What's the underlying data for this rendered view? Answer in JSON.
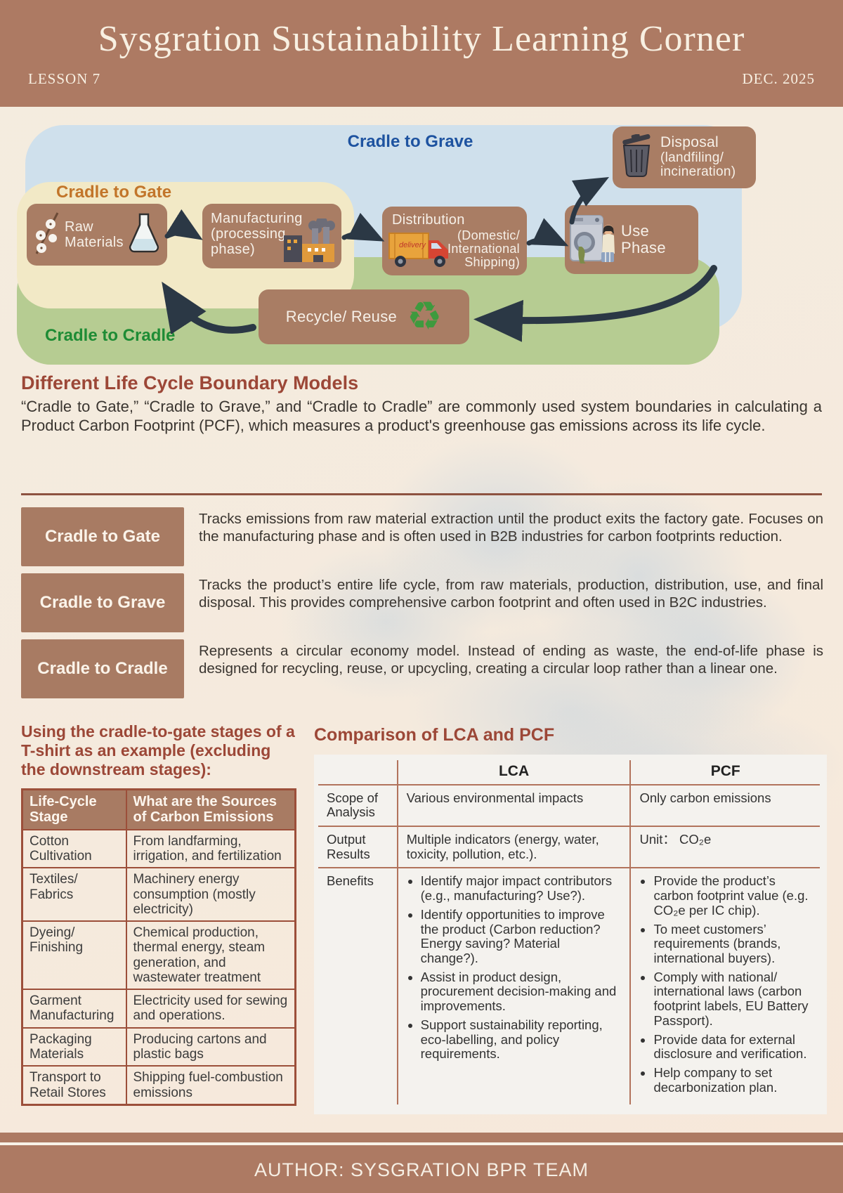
{
  "header": {
    "title": "Sysgration Sustainability Learning Corner",
    "lesson": "LESSON 7",
    "date": "DEC. 2025"
  },
  "diagram": {
    "zone_labels": {
      "grave": "Cradle to Grave",
      "gate": "Cradle to Gate",
      "cradle": "Cradle to Cradle"
    },
    "truck_text": "delivery",
    "nodes": {
      "raw": {
        "label": "Raw Materials"
      },
      "manufacturing": {
        "label": "Manufacturing",
        "sub": "(processing phase)"
      },
      "distribution": {
        "label": "Distribution",
        "sub": "(Domestic/ International Shipping)"
      },
      "use": {
        "label": "Use Phase"
      },
      "disposal": {
        "label": "Disposal",
        "sub": "(landfiling/ incineration)"
      },
      "recycle": {
        "label": "Recycle/ Reuse"
      }
    }
  },
  "boundary_section": {
    "heading": "Different Life Cycle Boundary Models",
    "intro": "“Cradle to Gate,” “Cradle to Grave,” and “Cradle to Cradle” are commonly used system boundaries in calculating a Product Carbon Footprint (PCF), which measures a product's greenhouse gas emissions across its life cycle.",
    "rows": [
      {
        "label": "Cradle to Gate",
        "text": "Tracks emissions from raw material extraction until the product exits the factory gate. Focuses on the manufacturing phase and is often used in B2B industries for carbon footprints reduction."
      },
      {
        "label": "Cradle to Grave",
        "text": "Tracks the product’s entire life cycle, from raw materials, production, distribution, use, and final disposal. This provides comprehensive carbon footprint and often used in B2C industries."
      },
      {
        "label": "Cradle to Cradle",
        "text": "Represents a circular economy model. Instead of ending as waste, the end-of-life phase is designed for recycling, reuse, or upcycling, creating a circular loop rather than a linear one."
      }
    ]
  },
  "tshirt_section": {
    "heading": "Using the cradle-to-gate stages of a T-shirt as an example (excluding the downstream stages):",
    "col_headers": [
      "Life-Cycle Stage",
      "What are the Sources of Carbon Emissions"
    ],
    "rows": [
      {
        "stage": "Cotton Cultivation",
        "source": "From landfarming, irrigation, and fertilization"
      },
      {
        "stage": "Textiles/ Fabrics",
        "source": "Machinery energy consumption (mostly electricity)"
      },
      {
        "stage": "Dyeing/ Finishing",
        "source": "Chemical production, thermal energy, steam generation, and wastewater treatment"
      },
      {
        "stage": "Garment Manufacturing",
        "source": "Electricity used for sewing and operations."
      },
      {
        "stage": "Packaging Materials",
        "source": "Producing cartons and plastic bags"
      },
      {
        "stage": "Transport to Retail Stores",
        "source": "Shipping fuel-combustion emissions"
      }
    ]
  },
  "comparison_section": {
    "heading": "Comparison of LCA and PCF",
    "col_headers": [
      "LCA",
      "PCF"
    ],
    "row_labels": [
      "Scope of Analysis",
      "Output Results",
      "Benefits"
    ],
    "scope": {
      "lca": "Various environmental impacts",
      "pcf": "Only carbon emissions"
    },
    "output": {
      "lca": "Multiple indicators (energy, water, toxicity, pollution, etc.).",
      "pcf": "Unit： CO₂e"
    },
    "benefits": {
      "lca": [
        "Identify major impact contributors (e.g., manufacturing? Use?).",
        "Identify opportunities to improve the product (Carbon reduction? Energy saving? Material change?).",
        "Assist in product design, procurement decision-making and improvements.",
        "Support sustainability reporting, eco-labelling, and policy requirements."
      ],
      "pcf": [
        "Provide the product’s carbon footprint value (e.g. CO₂e per IC chip).",
        "To meet customers’ requirements (brands, international buyers).",
        "Comply with national/ international laws (carbon footprint labels, EU Battery Passport).",
        "Provide data for external disclosure and verification.",
        "Help company to set decarbonization plan."
      ]
    }
  },
  "footer": {
    "author": "AUTHOR: SYSGRATION BPR TEAM"
  },
  "colors": {
    "band_brown": "#ad7a63",
    "node_brown": "#a97d64",
    "zone_blue": "#cfe0ec",
    "zone_green": "#b6cc92",
    "zone_cream": "#f2e9c6",
    "heading_red": "#9c4737",
    "label_orange": "#c2752a",
    "label_blue": "#1e53a0",
    "label_green": "#1e8c35",
    "arrow_dark": "#2b3845",
    "table_border": "#9c4f3a"
  }
}
